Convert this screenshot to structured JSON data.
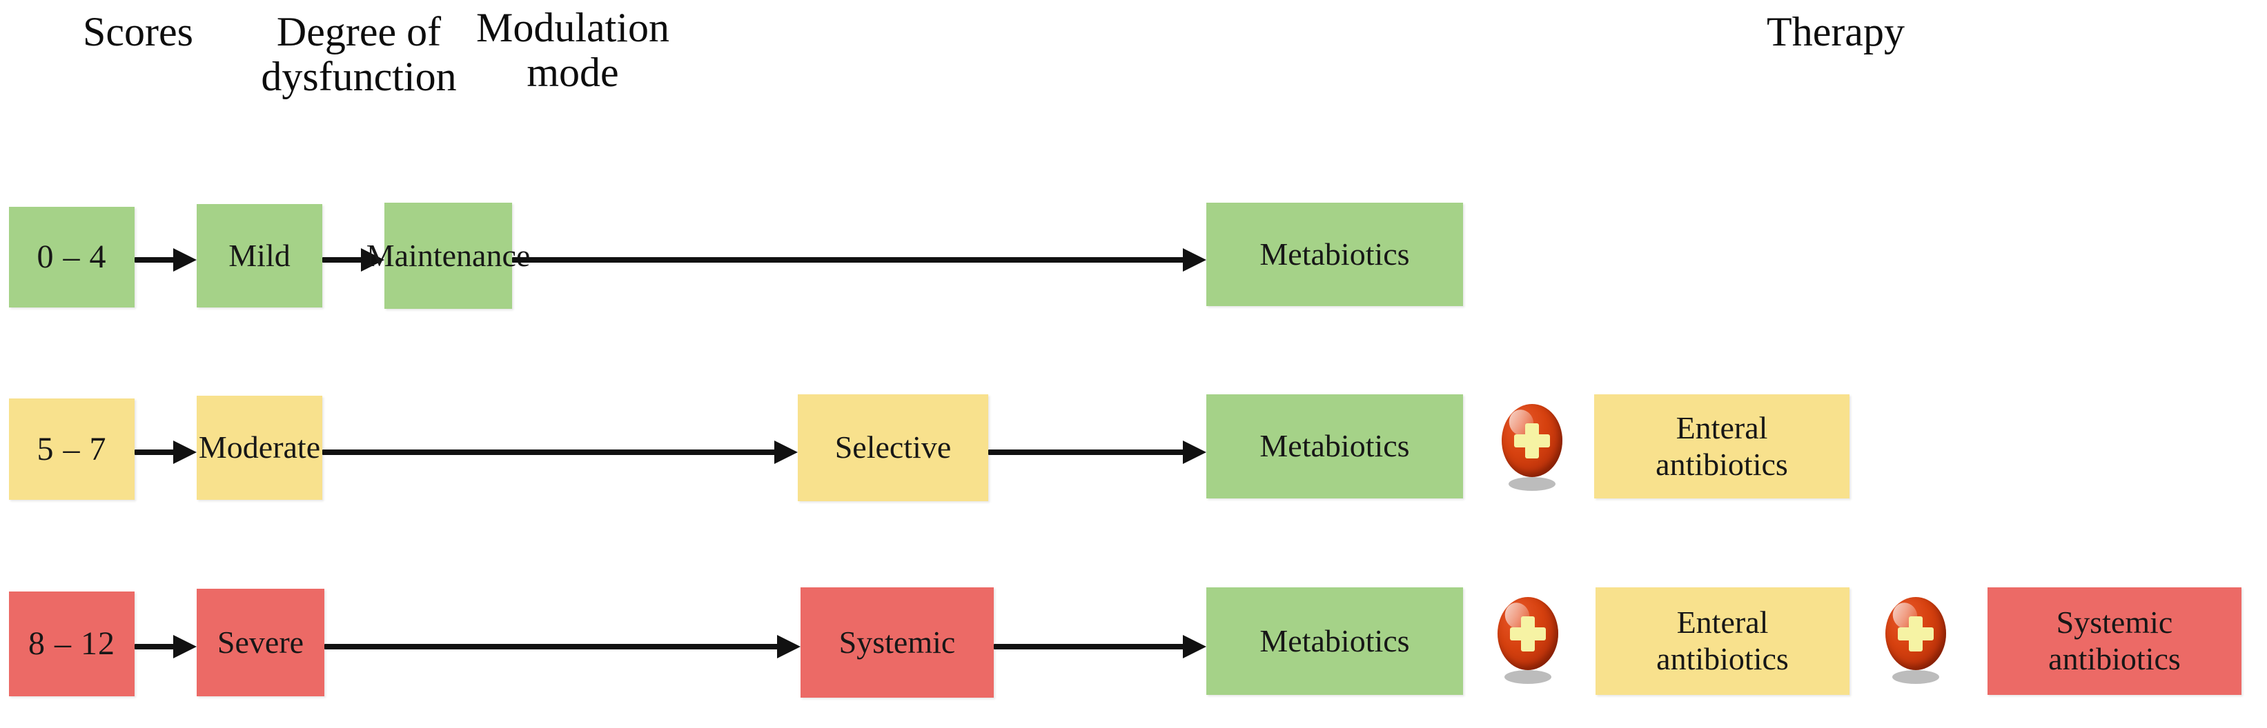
{
  "headers": [
    {
      "id": "scores",
      "label": "Scores"
    },
    {
      "id": "degree",
      "label": "Degree of\ndysfunction"
    },
    {
      "id": "modmode",
      "label": "Modulation\nmode"
    },
    {
      "id": "therapy",
      "label": "Therapy"
    }
  ],
  "colors": {
    "green": "#A5D288",
    "yellow": "#F8E18D",
    "red": "#EC6A66",
    "arrow": "#111111",
    "plus_ball": "#D6410F",
    "plus_cross": "#F6F3A4",
    "background": "#FFFFFF"
  },
  "rows": [
    {
      "id": "mild",
      "severity": "green",
      "score": "0 – 4",
      "dysfunction": "Mild",
      "modulation": "Maintenance",
      "therapy": [
        {
          "type": "box",
          "label": "Metabiotics",
          "color": "green"
        }
      ]
    },
    {
      "id": "moderate",
      "severity": "yellow",
      "score": "5 – 7",
      "dysfunction": "Moderate",
      "modulation": "Selective",
      "therapy": [
        {
          "type": "box",
          "label": "Metabiotics",
          "color": "green"
        },
        {
          "type": "plus",
          "label": "plus"
        },
        {
          "type": "box",
          "label": "Enteral\nantibiotics",
          "color": "yellow"
        }
      ]
    },
    {
      "id": "severe",
      "severity": "red",
      "score": "8 – 12",
      "dysfunction": "Severe",
      "modulation": "Systemic",
      "therapy": [
        {
          "type": "box",
          "label": "Metabiotics",
          "color": "green"
        },
        {
          "type": "plus",
          "label": "plus"
        },
        {
          "type": "box",
          "label": "Enteral\nantibiotics",
          "color": "yellow"
        },
        {
          "type": "plus",
          "label": "plus"
        },
        {
          "type": "box",
          "label": "Systemic\nantibiotics",
          "color": "red"
        }
      ]
    }
  ]
}
